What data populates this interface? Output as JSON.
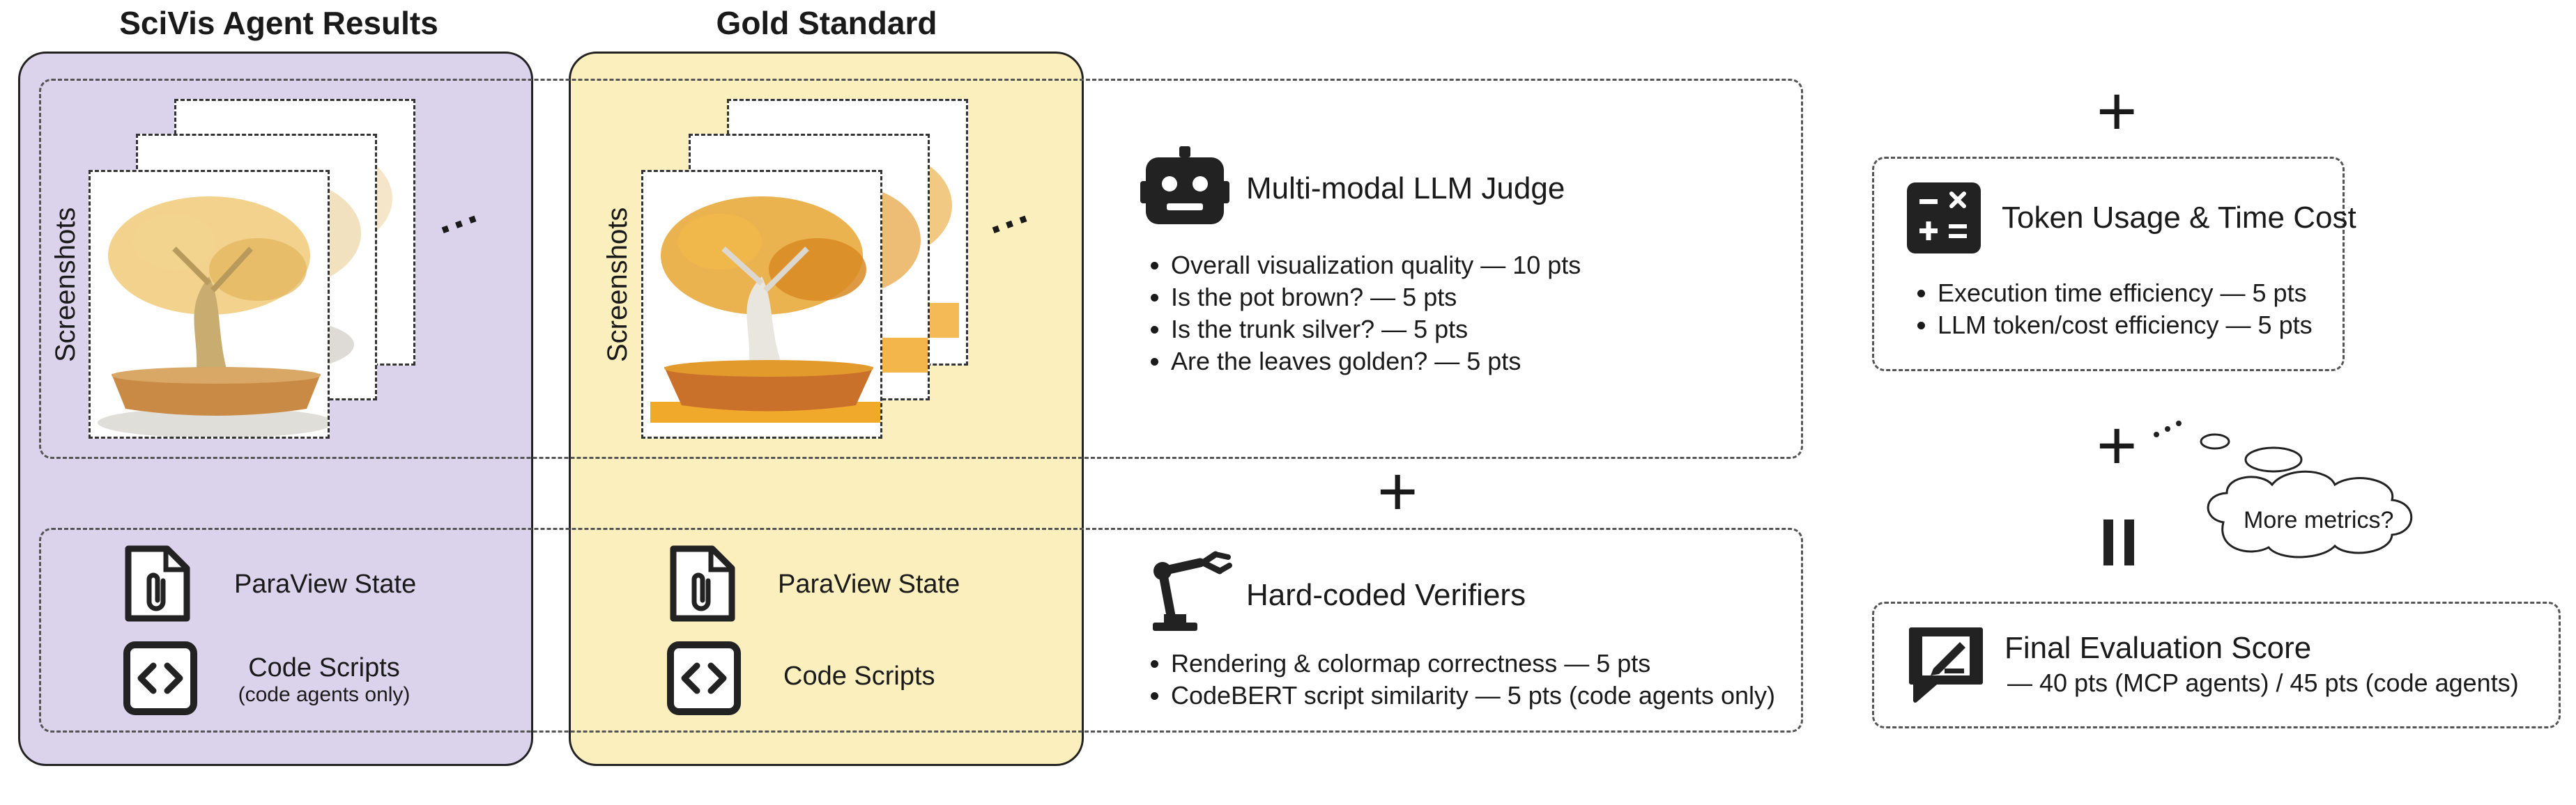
{
  "columns": {
    "agent_title": "SciVis Agent Results",
    "gold_title": "Gold Standard"
  },
  "screenshots_label": "Screenshots",
  "ellipsis": "...",
  "artifacts": {
    "paraview_state": "ParaView State",
    "code_scripts": "Code Scripts",
    "code_scripts_note": "(code agents only)"
  },
  "llm_judge": {
    "title": "Multi-modal LLM Judge",
    "items": [
      "Overall visualization quality — 10 pts",
      "Is the pot brown? — 5 pts",
      "Is the trunk silver? — 5 pts",
      "Are the leaves golden? — 5 pts"
    ]
  },
  "verifiers": {
    "title": "Hard-coded Verifiers",
    "items": [
      "Rendering & colormap correctness — 5 pts",
      "CodeBERT script similarity — 5 pts (code agents only)"
    ]
  },
  "efficiency": {
    "title": "Token Usage & Time Cost",
    "items": [
      "Execution time efficiency — 5 pts",
      "LLM token/cost efficiency — 5 pts"
    ]
  },
  "more_metrics": "More metrics?",
  "final_score": {
    "title": "Final Evaluation Score",
    "detail": "— 40 pts (MCP agents) / 45 pts (code agents)"
  },
  "operators": {
    "plus": "+",
    "equals": "="
  },
  "colors": {
    "agent_panel": "#dbd3ec",
    "gold_panel": "#fbefbd",
    "pot": "#c98a45",
    "leaves": "#e8a531",
    "icon": "#222222"
  }
}
